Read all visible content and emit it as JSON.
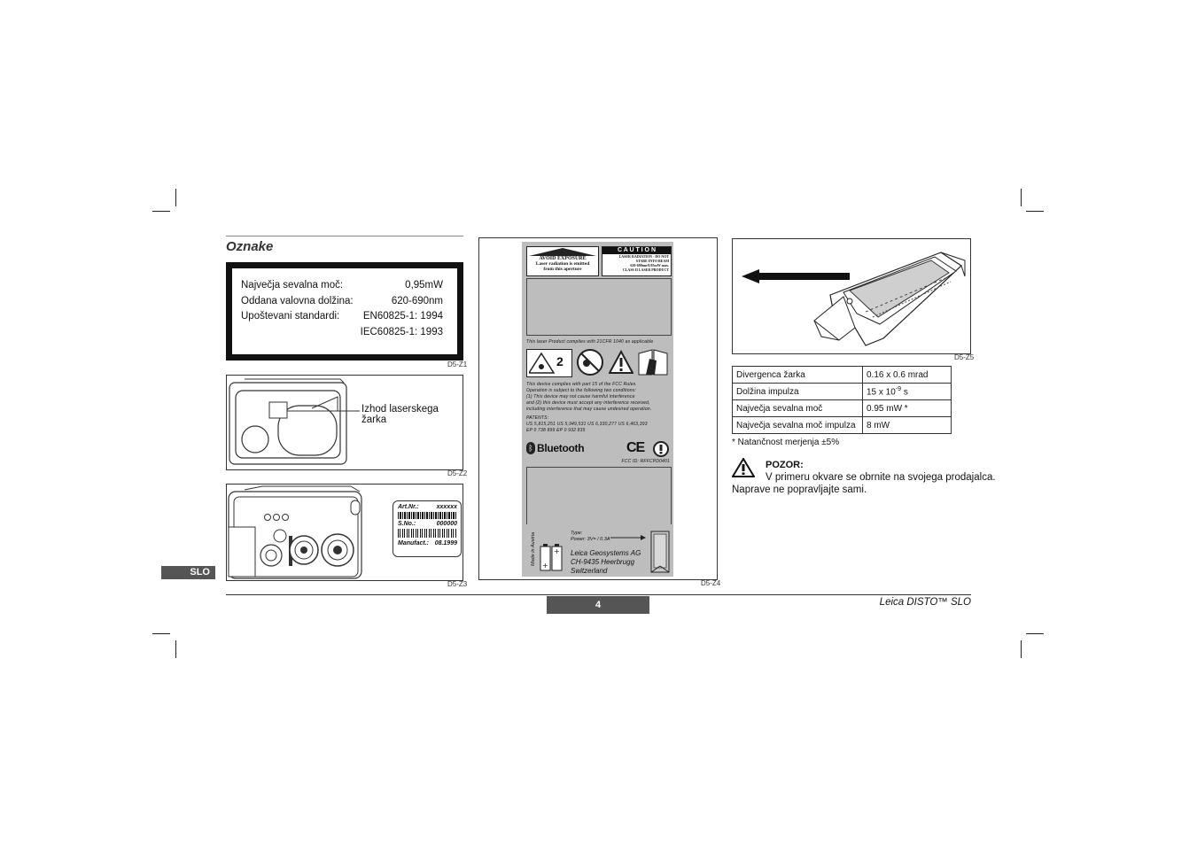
{
  "page": {
    "section_title": "Oznake",
    "lang_tab": "SLO",
    "page_number": "4",
    "footer_title": "Leica DISTO™ SLO"
  },
  "label_box": {
    "rows": [
      {
        "label": "Največja sevalna moč:",
        "value": "0,95mW"
      },
      {
        "label": "Oddana valovna dolžina:",
        "value": "620-690nm"
      },
      {
        "label": "Upoštevani standardi:",
        "value": "EN60825-1: 1994"
      },
      {
        "label": "",
        "value": "IEC60825-1: 1993"
      }
    ],
    "caption": "D5-Z1"
  },
  "fig2": {
    "callout": "Izhod laserskega žarka",
    "caption": "D5-Z2"
  },
  "fig3": {
    "caption": "D5-Z3",
    "art_nr_label": "Art.Nr.:",
    "art_nr_value": "xxxxxx",
    "sno_label": "S.No.:",
    "sno_value": "000000",
    "manufact_label": "Manufact.:",
    "manufact_value": "08.1999"
  },
  "fig4": {
    "caption": "D5-Z4",
    "avoid_title": "AVOID EXPOSURE",
    "avoid_line1": "Laser radiation is emitted",
    "avoid_line2": "from this aperture",
    "caution_title": "C A U T I O N",
    "caution_line1": "LASER RADIATION - DO NOT",
    "caution_line2": "STARE INTO BEAM",
    "caution_line3": "620-690nm/0.95mW max.",
    "caution_line4": "CLASS II LASER PRODUCT",
    "complies": "This laser Product complies with 21CFR 1040 as applicable",
    "class_number": "2",
    "fcc_line1": "This device complies with part 15 of the FCC Rules.",
    "fcc_line2": "Operation is subject to the following two conditions:",
    "fcc_line3": "(1) This device may not cause harmful interference",
    "fcc_line4": "and (2) this device must accept any interference received,",
    "fcc_line5": "including interference that may cause undesired operation.",
    "patents_title": "PATENTS:",
    "patents_line1": "US 5,815,251  US 5,949,531  US 6,330,277  US 6,463,393",
    "patents_line2": "EP 0 738 899  EP 0 932 835",
    "bluetooth": "Bluetooth",
    "ce_mark": "CE",
    "fcc_id": "FCC ID: RFFCPD0401",
    "made_in": "Made in Austria",
    "type_label": "Type:",
    "power_label": "Power:  3V= / 0.3A",
    "company1": "Leica Geosystems AG",
    "company2": "CH-9435 Heerbrugg",
    "company3": "Switzerland"
  },
  "fig5": {
    "caption": "D5-Z5"
  },
  "spec_table": {
    "rows": [
      {
        "name": "Divergenca žarka",
        "value": "0.16 x 0.6 mrad"
      },
      {
        "name": "Dolžina impulza",
        "value": "15 x 10",
        "sup": "-9",
        "suffix": " s"
      },
      {
        "name": "Največja sevalna moč",
        "value": "0.95 mW *"
      },
      {
        "name": "Največja sevalna moč impulza",
        "value": "8 mW"
      }
    ],
    "footnote": "* Natančnost merjenja ±5%"
  },
  "warning": {
    "title": "POZOR:",
    "line1": "V primeru okvare se obrnite na svojega prodajalca.",
    "line2": "Naprave ne popravljajte sami."
  }
}
